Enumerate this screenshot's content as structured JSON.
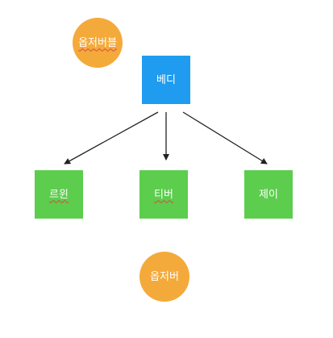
{
  "diagram": {
    "nodes": {
      "top_circle": {
        "label": "옵저버블",
        "shape": "circle",
        "color": "#f4aa3a"
      },
      "parent": {
        "label": "베디",
        "shape": "square",
        "color": "#1f9cf0"
      },
      "child_left": {
        "label": "르윈",
        "shape": "square",
        "color": "#5ccd4d"
      },
      "child_middle": {
        "label": "티버",
        "shape": "square",
        "color": "#5ccd4d"
      },
      "child_right": {
        "label": "제이",
        "shape": "square",
        "color": "#5ccd4d"
      },
      "bottom_circle": {
        "label": "옵저버",
        "shape": "circle",
        "color": "#f4aa3a"
      }
    },
    "edges": [
      {
        "from": "베디",
        "to": "르윈"
      },
      {
        "from": "베디",
        "to": "티버"
      },
      {
        "from": "베디",
        "to": "제이"
      }
    ],
    "edge_color": "#222222"
  }
}
